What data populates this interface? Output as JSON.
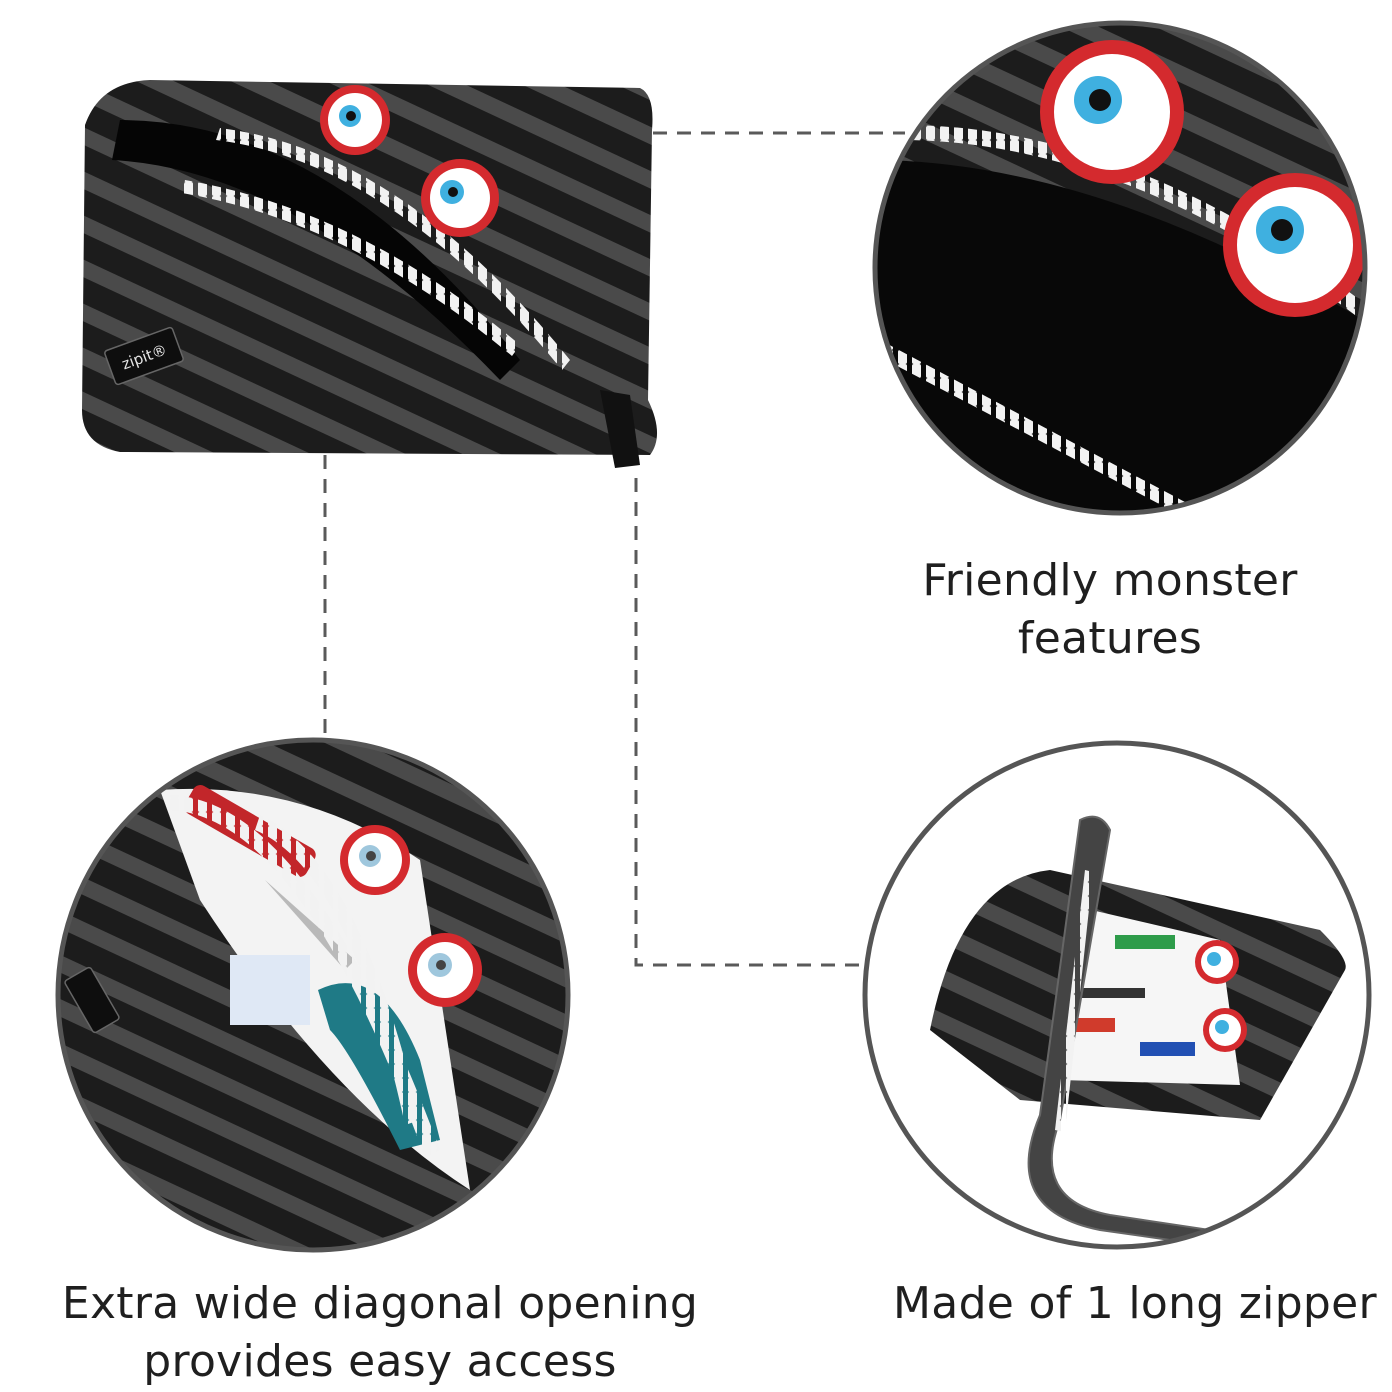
{
  "brand": {
    "tag_text": "zipit®"
  },
  "captions": {
    "monster_features": [
      "Friendly monster",
      "features"
    ],
    "diagonal_opening": [
      "Extra wide diagonal opening",
      "provides easy access"
    ],
    "long_zipper": [
      "Made of 1 long zipper"
    ]
  },
  "colors": {
    "pouch_dark": "#1c1c1c",
    "stripe_gray": "#4a4a4a",
    "zipper_teeth": "#f2f2f2",
    "eye_rim": "#d42a2e",
    "iris": "#3fb0e0",
    "circle_border": "#555555",
    "connector": "#5a5a5a"
  },
  "icons": [
    "monster-eye-icon",
    "zipper-teeth-icon"
  ]
}
